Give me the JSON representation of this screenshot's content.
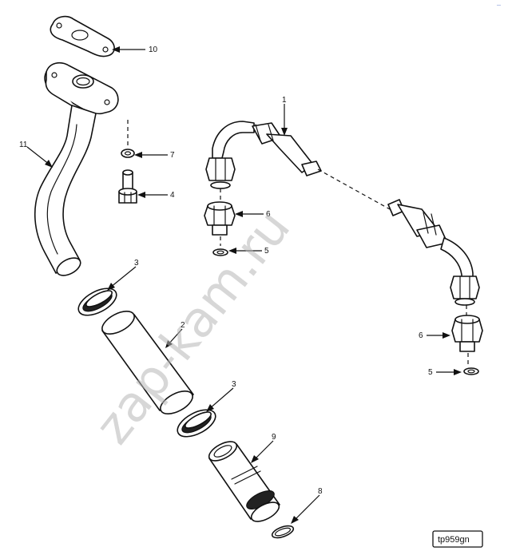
{
  "diagram": {
    "callouts": {
      "c1": "1",
      "c2": "2",
      "c3a": "3",
      "c3b": "3",
      "c4": "4",
      "c5a": "5",
      "c5b": "5",
      "c6a": "6",
      "c6b": "6",
      "c7": "7",
      "c8": "8",
      "c9": "9",
      "c10": "10",
      "c11": "11"
    },
    "figure_tag": "tp959gn",
    "watermark": "zap-kam.ru",
    "corner_mark": "—"
  }
}
